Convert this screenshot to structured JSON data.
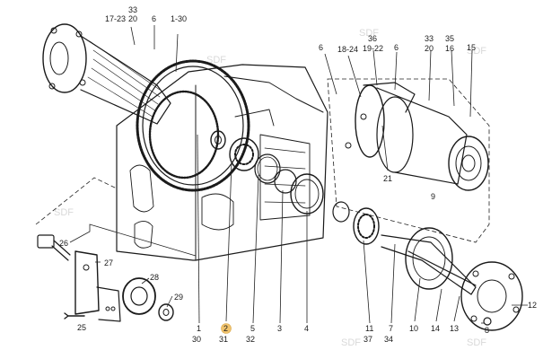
{
  "watermark": "SDF",
  "highlight_color": "#f2c46d",
  "labels": {
    "l_17_23": "17-23",
    "l_20a": "20",
    "l_33a": "33",
    "l_6a": "6",
    "l_1_30": "1-30",
    "l_6b": "6",
    "l_18_24": "18-24",
    "l_36": "36",
    "l_19_22": "19-22",
    "l_6c": "6",
    "l_33b": "33",
    "l_20b": "20",
    "l_35": "35",
    "l_16": "16",
    "l_15": "15",
    "l_21": "21",
    "l_9": "9",
    "l_26": "26",
    "l_27": "27",
    "l_28": "28",
    "l_29": "29",
    "l_25": "25",
    "l_1": "1",
    "l_30": "30",
    "l_2": "2",
    "l_31": "31",
    "l_5": "5",
    "l_32": "32",
    "l_3": "3",
    "l_4": "4",
    "l_11": "11",
    "l_37": "37",
    "l_7": "7",
    "l_34": "34",
    "l_10": "10",
    "l_14": "14",
    "l_13": "13",
    "l_8": "8",
    "l_12": "12"
  }
}
